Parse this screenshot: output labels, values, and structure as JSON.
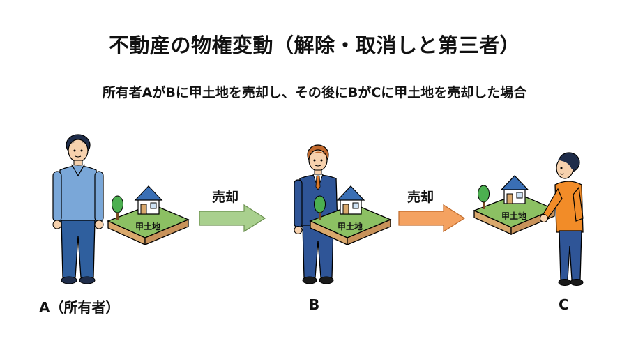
{
  "title": "不動産の物権変動（解除・取消しと第三者）",
  "subtitle": "所有者AがBに甲土地を売却し、その後にBがCに甲土地を売却した場合",
  "people": {
    "a_label": "A（所有者）",
    "b_label": "B",
    "c_label": "C"
  },
  "land_label": "甲土地",
  "arrows": {
    "first_label": "売却",
    "second_label": "売却"
  },
  "colors": {
    "arrow1": "#a9d08e",
    "arrow2": "#f4a261",
    "grass": "#8cc063",
    "soil": "#d9a86c",
    "roof": "#3a6fb5",
    "suit": "#2f5597",
    "sweater_a": "#7aa7d8",
    "sweater_c": "#f28c28"
  }
}
